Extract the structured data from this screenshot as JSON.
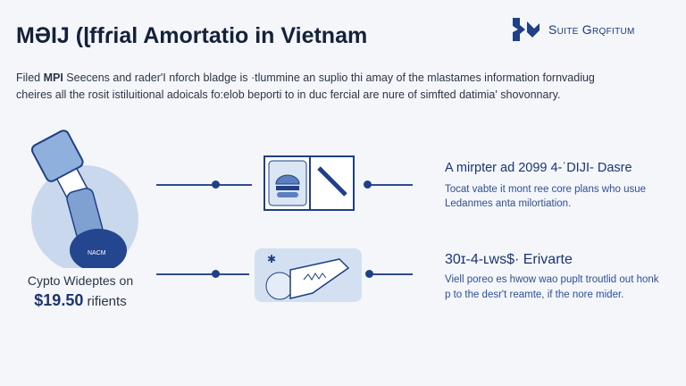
{
  "header": {
    "title": "MƏIJ (ɭffɾial Amortatio in Vietnam",
    "logo_text": "Suite Grqfitum"
  },
  "intro": {
    "bold": "MPI",
    "line1_pre": "Filed ",
    "line1_post": " Seecens and rader'I nforch bladge is ·tlummine an suplio thi amay of the mlastames information fornvadiug",
    "line2": "cheires all the rosit istiluitional adoicals fo:elob beporti to in duc fercial are nure of simfted datimia' shovonnary."
  },
  "left": {
    "caption_line1": "Cypto Wideptes on",
    "price": "$19.50",
    "caption_suffix": " rifients",
    "badge_text": "NACM"
  },
  "items": [
    {
      "heading": "A mirpter ad 2099 4-ˈDIJI- Dasre",
      "body1": "Tocat vabte it mont ree core plans who usue",
      "body2": "Ledanmes anta milortiation."
    },
    {
      "heading": "30ɪ-4-ʟws$· Erivarte",
      "body1": "Viell poreo es hwow wao puplt troutlid out honk",
      "body2": "p to the desr't reamte, if the nore mider."
    }
  ],
  "colors": {
    "accent": "#1f3f86",
    "light": "#c9d8ec"
  }
}
